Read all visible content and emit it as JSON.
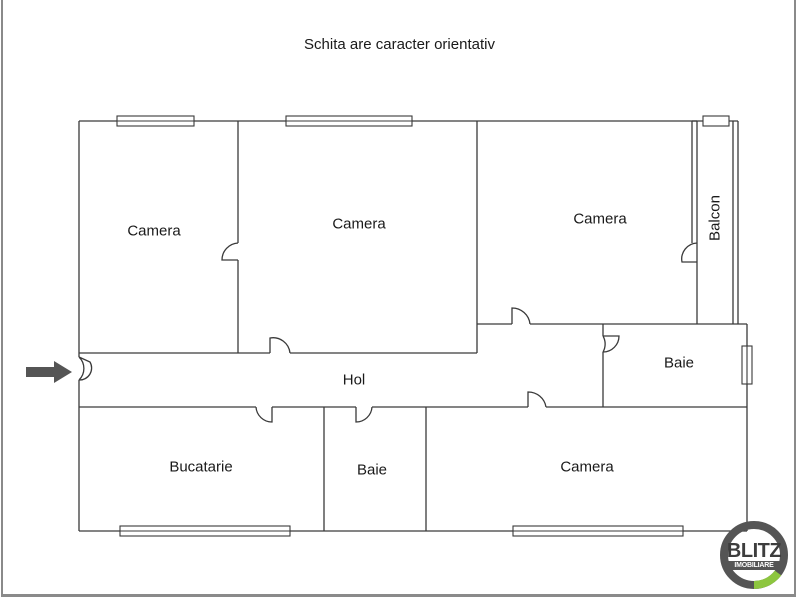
{
  "header": {
    "title": "Schita are caracter orientativ"
  },
  "rooms": {
    "camera_1": "Camera",
    "camera_2": "Camera",
    "camera_3": "Camera",
    "balcon": "Balcon",
    "baie_1": "Baie",
    "hol": "Hol",
    "bucatarie": "Bucatarie",
    "baie_2": "Baie",
    "camera_4": "Camera"
  },
  "entrance": {
    "icon": "arrow-right-icon",
    "color": "#555555"
  },
  "logo": {
    "brand": "BLITZ",
    "subtitle": "IMOBILIARE",
    "ring_color": "#555555",
    "accent_color": "#8dc63f"
  },
  "colors": {
    "wall": "#3a3a3a",
    "frame": "#8a8a8a",
    "background": "#ffffff"
  }
}
